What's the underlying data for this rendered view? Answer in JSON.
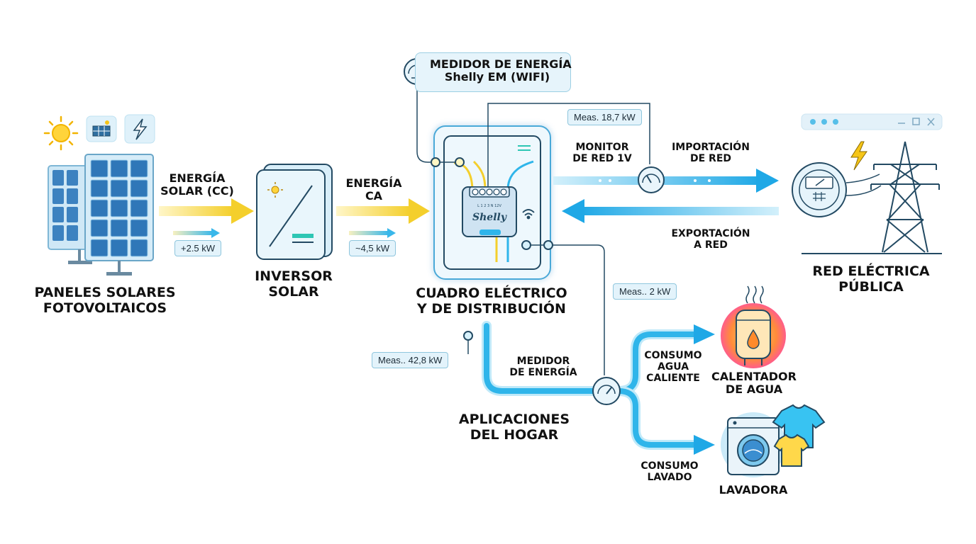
{
  "labels": {
    "solar_panels": [
      "PANELES SOLARES",
      "FOTOVOLTAICOS"
    ],
    "solar_dc": [
      "ENERGÍA",
      "SOLAR (CC)"
    ],
    "inverter": [
      "INVERSOR",
      "SOLAR"
    ],
    "ac_energy": [
      "ENERGÍA",
      "CA"
    ],
    "distribution_board": [
      "CUADRO ELÉCTRICO",
      "Y DE DISTRIBUCIÓN"
    ],
    "energy_meter_title": [
      "MEDIDOR DE ENERGÍA",
      "Shelly EM (WIFI)"
    ],
    "grid_monitor": [
      "MONITOR",
      "DE RED 1V"
    ],
    "import": [
      "IMPORTACIÓN",
      "DE RED"
    ],
    "export": [
      "EXPORTACIÓN",
      "A RED"
    ],
    "grid": [
      "RED ELÉCTRICA",
      "PÚBLICA"
    ],
    "home_apps": [
      "APLICACIONES",
      "DEL HOGAR"
    ],
    "home_meter": [
      "MEDIDOR",
      "DE ENERGÍA"
    ],
    "hot_water": [
      "CONSUMO",
      "AGUA",
      "CALIENTE"
    ],
    "water_heater": [
      "CALENTADOR",
      "DE AGUA"
    ],
    "washing": [
      "CONSUMO",
      "LAVADO"
    ],
    "washer": [
      "LAVADORA"
    ],
    "device_brand": "Shelly"
  },
  "tags": {
    "solar_power": "+2.5 kW",
    "ac_power": "~4,5 kW",
    "grid_meas": "Meas. 18,7 kW",
    "heater_meas": "Meas.. 2 kW",
    "home_meas": "Meas.. 42,8 kW"
  },
  "device_terminals": [
    "L",
    "1",
    "2",
    "3",
    "N",
    "12V"
  ],
  "icons": [
    "sun-icon",
    "solar-panel-icon",
    "lightning-icon",
    "gauge-icon",
    "wifi-icon",
    "transmission-tower-icon",
    "electric-meter-icon",
    "steam-icon",
    "water-drop-icon",
    "tshirt-icon"
  ],
  "colors": {
    "solar_flow": "#f4d23c",
    "grid_flow": "#2fb5ea",
    "tag_bg": "#e3f3fb",
    "outline": "#234a63"
  }
}
